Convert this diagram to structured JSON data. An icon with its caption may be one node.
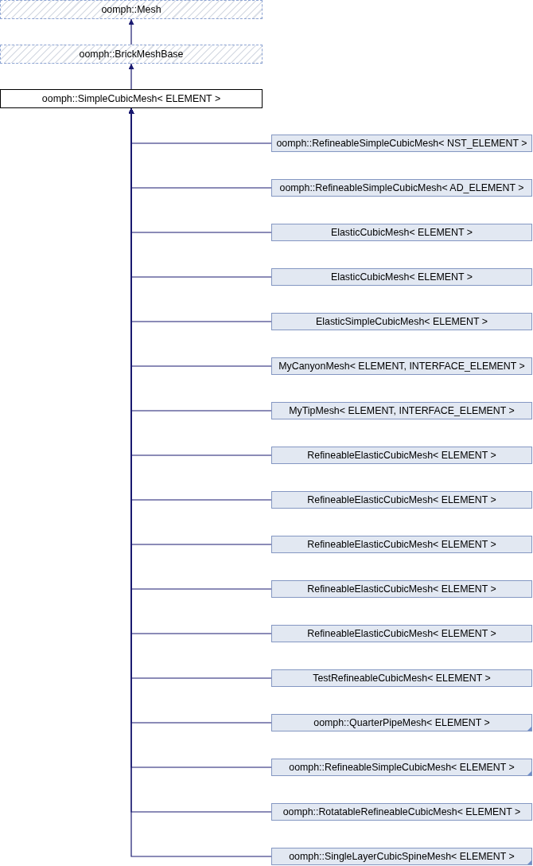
{
  "diagram": {
    "nodes": [
      {
        "text": [
          "oomph::Mesh"
        ]
      },
      {
        "text": [
          "oomph::BrickMeshBase"
        ]
      },
      {
        "text": [
          "oomph::SimpleCubicMesh< ELEMENT >"
        ]
      },
      {
        "text": [
          "oomph::RefineableSimpleCubicMesh< NST_ELEMENT >"
        ]
      },
      {
        "text": [
          "oomph::RefineableSimpleCubicMesh< AD_ELEMENT >"
        ]
      },
      {
        "text": [
          "ElasticCubicMesh< ELEMENT >"
        ]
      },
      {
        "text": [
          "ElasticCubicMesh< ELEMENT >"
        ]
      },
      {
        "text": [
          "ElasticSimpleCubicMesh< ELEMENT >"
        ]
      },
      {
        "text": [
          "MyCanyonMesh< ELEMENT, INTERFACE_ELEMENT >"
        ]
      },
      {
        "text": [
          "MyTipMesh< ELEMENT, INTERFACE_ELEMENT >"
        ]
      },
      {
        "text": [
          "RefineableElasticCubicMesh< ELEMENT >"
        ]
      },
      {
        "text": [
          "RefineableElasticCubicMesh< ELEMENT >"
        ]
      },
      {
        "text": [
          "RefineableElasticCubicMesh< ELEMENT >"
        ]
      },
      {
        "text": [
          "RefineableElasticCubicMesh< ELEMENT >"
        ]
      },
      {
        "text": [
          "RefineableElasticCubicMesh< ELEMENT >"
        ]
      },
      {
        "text": [
          "TestRefineableCubicMesh< ELEMENT >"
        ]
      },
      {
        "text": [
          "oomph::QuarterPipeMesh< ELEMENT >"
        ]
      },
      {
        "text": [
          "oomph::RefineableSimpleCubicMesh< ELEMENT >"
        ]
      },
      {
        "text": [
          "oomph::RotatableRefineableCubicMesh< ELEMENT >"
        ]
      },
      {
        "text": [
          "oomph::SingleLayerCubicSpineMesh< ELEMENT >"
        ]
      }
    ],
    "edges": [
      {
        "from": 1,
        "to": 0,
        "arrow": "to"
      },
      {
        "from": 2,
        "to": 1,
        "arrow": "to"
      },
      {
        "from": 3,
        "to": 2,
        "arrow": "to"
      },
      {
        "from": 4,
        "to": 2,
        "arrow": "to"
      },
      {
        "from": 5,
        "to": 2,
        "arrow": "to"
      },
      {
        "from": 6,
        "to": 2,
        "arrow": "to"
      },
      {
        "from": 7,
        "to": 2,
        "arrow": "to"
      },
      {
        "from": 8,
        "to": 2,
        "arrow": "to"
      },
      {
        "from": 9,
        "to": 2,
        "arrow": "to"
      },
      {
        "from": 10,
        "to": 2,
        "arrow": "to"
      },
      {
        "from": 11,
        "to": 2,
        "arrow": "to"
      },
      {
        "from": 12,
        "to": 2,
        "arrow": "to"
      },
      {
        "from": 13,
        "to": 2,
        "arrow": "to"
      },
      {
        "from": 14,
        "to": 2,
        "arrow": "to"
      },
      {
        "from": 15,
        "to": 2,
        "arrow": "to"
      },
      {
        "from": 16,
        "to": 2,
        "arrow": "to"
      },
      {
        "from": 17,
        "to": 2,
        "arrow": "to"
      },
      {
        "from": 18,
        "to": 2,
        "arrow": "to"
      },
      {
        "from": 19,
        "to": 2,
        "arrow": "to"
      }
    ]
  }
}
